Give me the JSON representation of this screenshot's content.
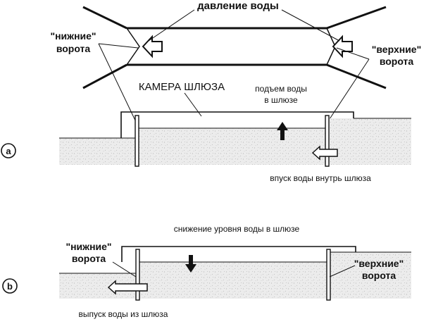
{
  "top_view": {
    "water_pressure": "давление воды",
    "lower_gates": [
      "\"нижние\"",
      "ворота"
    ],
    "upper_gates": [
      "\"верхние\"",
      "ворота"
    ],
    "chamber": "КАМЕРА ШЛЮЗА"
  },
  "panel_a": {
    "marker": "a",
    "water_rise": [
      "подъем воды",
      "в шлюзе"
    ],
    "water_inlet": "впуск воды внутрь шлюза"
  },
  "panel_b": {
    "marker": "b",
    "level_drop": "снижение уровня воды в шлюзе",
    "lower_gates": [
      "\"нижние\"",
      "ворота"
    ],
    "upper_gates": [
      "\"верхние\"",
      "ворота"
    ],
    "water_outlet": "выпуск воды из шлюза"
  },
  "colors": {
    "water": "#e9e9e9",
    "line": "#111111",
    "background": "#ffffff"
  }
}
